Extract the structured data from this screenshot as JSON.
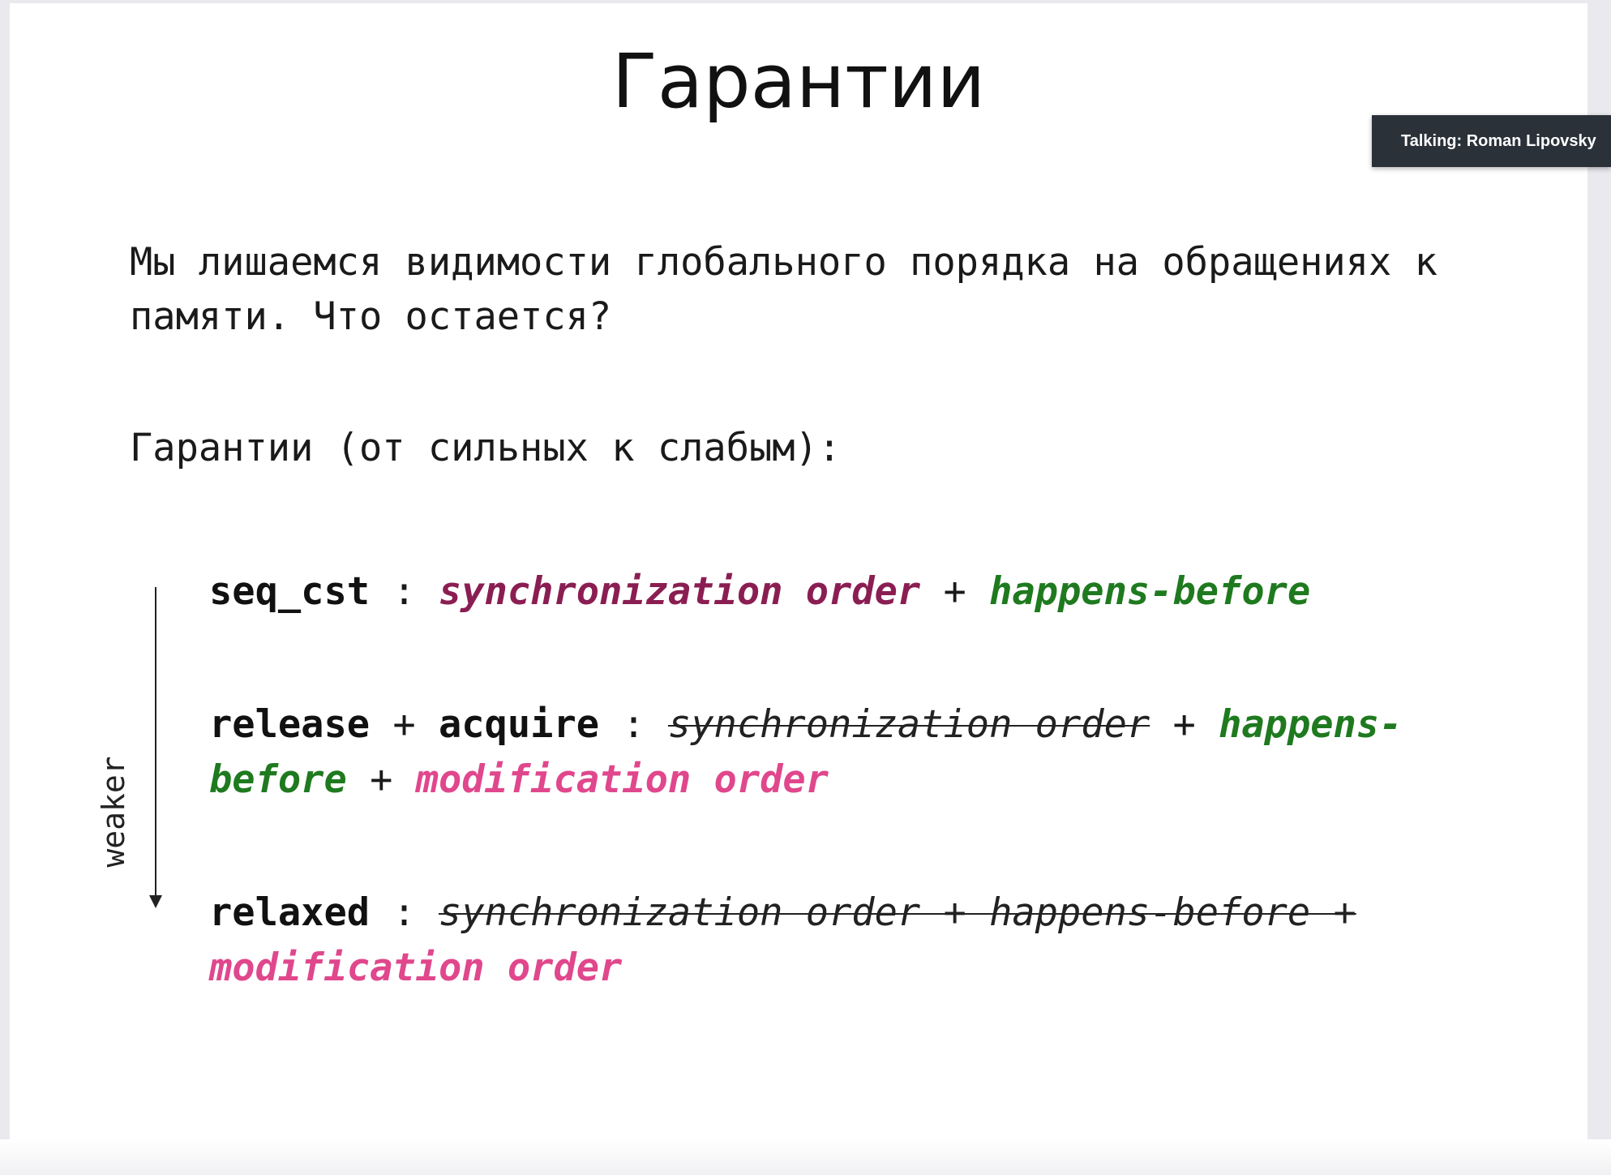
{
  "slide": {
    "title": "Гарантии",
    "intro_line1": "Мы лишаемся видимости глобального порядка на обращениях к",
    "intro_line2": "памяти. Что остается?",
    "list_heading": "Гарантии (от сильных к слабым):",
    "weaker_label": "weaker",
    "seq_cst": {
      "name": "seq_cst",
      "sep": " : ",
      "sync_order": "synchronization order",
      "plus": " + ",
      "happens_before": "happens-before"
    },
    "release_acquire": {
      "name_release": "release",
      "plus_a": " + ",
      "name_acquire": "acquire",
      "sep": " : ",
      "sync_order_struck": "synchronization order",
      "plus_b": " + ",
      "happens_before_part1": "happens-",
      "happens_before_part2": "before",
      "plus_c": " + ",
      "modification_order": "modification order"
    },
    "relaxed": {
      "name": "relaxed",
      "sep": " : ",
      "struck": "synchronization order + happens-before +",
      "modification_order": "modification order"
    }
  },
  "overlay": {
    "speaker_tag": "Talking: Roman Lipovsky"
  },
  "colors": {
    "sync_order": "#8a1e52",
    "happens_before": "#1f7a1f",
    "modification_order": "#e0478c",
    "speaker_tag_bg": "#2b3138"
  }
}
